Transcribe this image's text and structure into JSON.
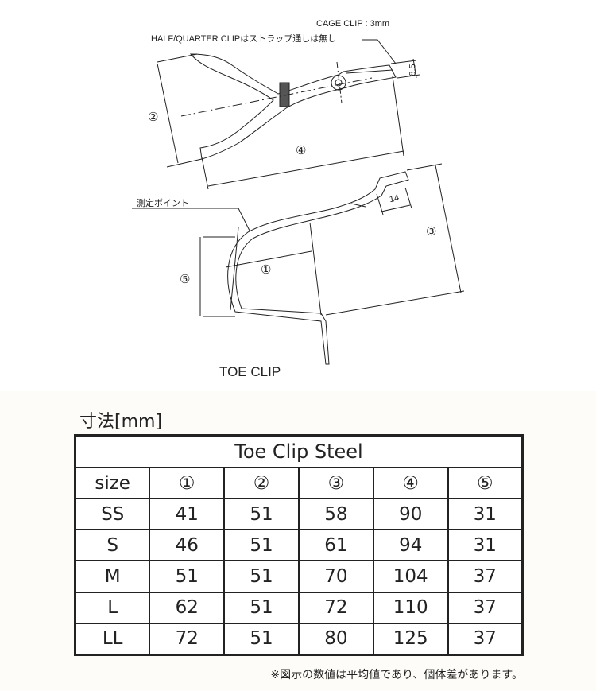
{
  "diagram": {
    "note_cage": "CAGE CLIP : 3mm",
    "note_half": "HALF/QUARTER CLIPはストラップ通しは無し",
    "measure_point": "測定ポイント",
    "caption": "TOE CLIP",
    "dim_85": "8.5",
    "dim_14": "14",
    "markers": {
      "m1": "①",
      "m2": "②",
      "m3": "③",
      "m4": "④",
      "m5": "⑤"
    }
  },
  "dimensions": {
    "heading": "寸法[mm]",
    "table_title": "Toe Clip Steel",
    "columns": [
      "size",
      "①",
      "②",
      "③",
      "④",
      "⑤"
    ],
    "rows": [
      [
        "SS",
        "41",
        "51",
        "58",
        "90",
        "31"
      ],
      [
        "S",
        "46",
        "51",
        "61",
        "94",
        "31"
      ],
      [
        "M",
        "51",
        "51",
        "70",
        "104",
        "37"
      ],
      [
        "L",
        "62",
        "51",
        "72",
        "110",
        "37"
      ],
      [
        "LL",
        "72",
        "51",
        "80",
        "125",
        "37"
      ]
    ],
    "footnote": "※図示の数値は平均値であり、個体差があります。"
  }
}
